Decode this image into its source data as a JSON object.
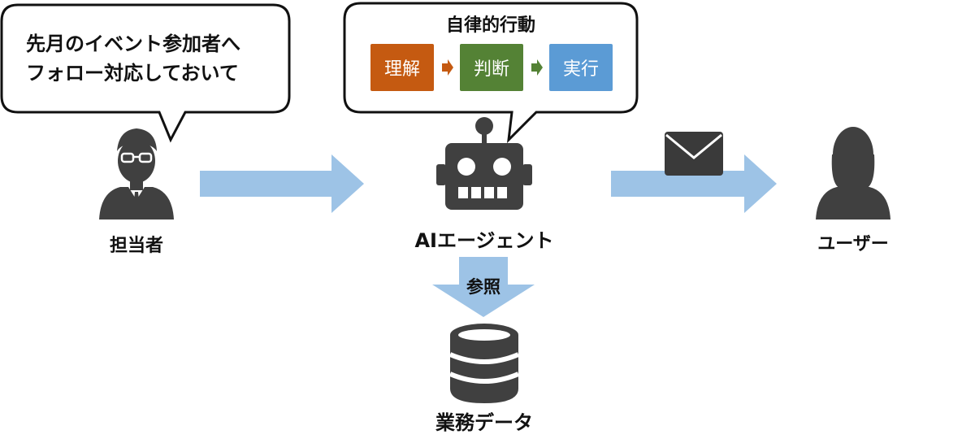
{
  "request_bubble": {
    "line1": "先月のイベント参加者へ",
    "line2": "フォロー対応しておいて"
  },
  "autonomy_bubble": {
    "title": "自律的行動",
    "steps": [
      {
        "label": "理解",
        "color": "#c55a11"
      },
      {
        "label": "判断",
        "color": "#548235"
      },
      {
        "label": "実行",
        "color": "#5b9bd5"
      }
    ],
    "arrow_colors": [
      "#c55a11",
      "#548235"
    ]
  },
  "actors": {
    "person_in_charge": "担当者",
    "ai_agent": "AIエージェント",
    "user": "ユーザー"
  },
  "reference_label": "参照",
  "business_data": "業務データ",
  "colors": {
    "arrow": "#9dc3e6",
    "icon": "#404040",
    "envelope": "#3a3a3a",
    "bubble_border": "#111111"
  }
}
